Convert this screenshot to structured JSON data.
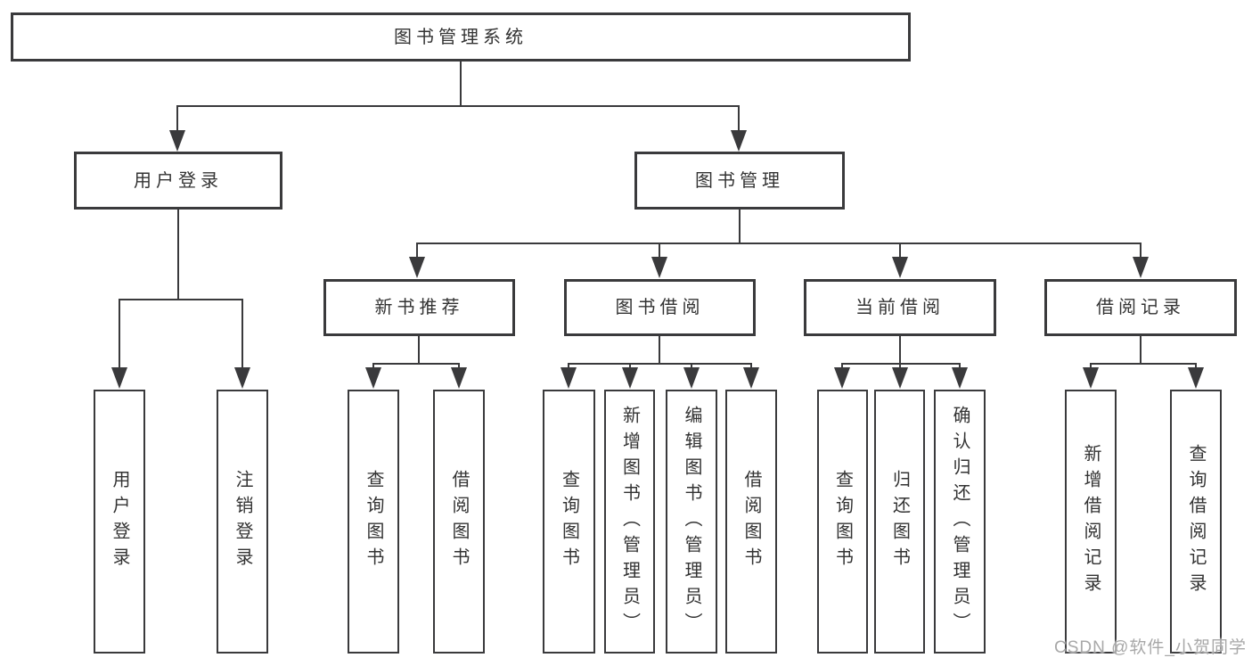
{
  "diagram_type": "hierarchy-tree",
  "colors": {
    "line": "#3a3a3c",
    "text": "#333333",
    "node_fill": "#ffffff",
    "watermark": "#a8a8a8",
    "background": "#ffffff"
  },
  "nodes": {
    "root": "图书管理系统",
    "user_login": "用户登录",
    "book_mgmt": "图书管理",
    "new_book_rec": "新书推荐",
    "book_borrow": "图书借阅",
    "current_borrow": "当前借阅",
    "borrow_records": "借阅记录",
    "ul_login": "用户登录",
    "ul_logout": "注销登录",
    "nb_query": "查询图书",
    "nb_borrow": "借阅图书",
    "bb_query": "查询图书",
    "bb_add": "新增图书（管理员）",
    "bb_edit": "编辑图书（管理员）",
    "bb_borrow": "借阅图书",
    "cb_query": "查询图书",
    "cb_return": "归还图书",
    "cb_confirm": "确认归还（管理员）",
    "br_add": "新增借阅记录",
    "br_query": "查询借阅记录"
  },
  "hierarchy": {
    "图书管理系统": {
      "用户登录": [
        "用户登录",
        "注销登录"
      ],
      "图书管理": {
        "新书推荐": [
          "查询图书",
          "借阅图书"
        ],
        "图书借阅": [
          "查询图书",
          "新增图书（管理员）",
          "编辑图书（管理员）",
          "借阅图书"
        ],
        "当前借阅": [
          "查询图书",
          "归还图书",
          "确认归还（管理员）"
        ],
        "借阅记录": [
          "新增借阅记录",
          "查询借阅记录"
        ]
      }
    }
  },
  "watermark": "CSDN @软件_小贺同学"
}
